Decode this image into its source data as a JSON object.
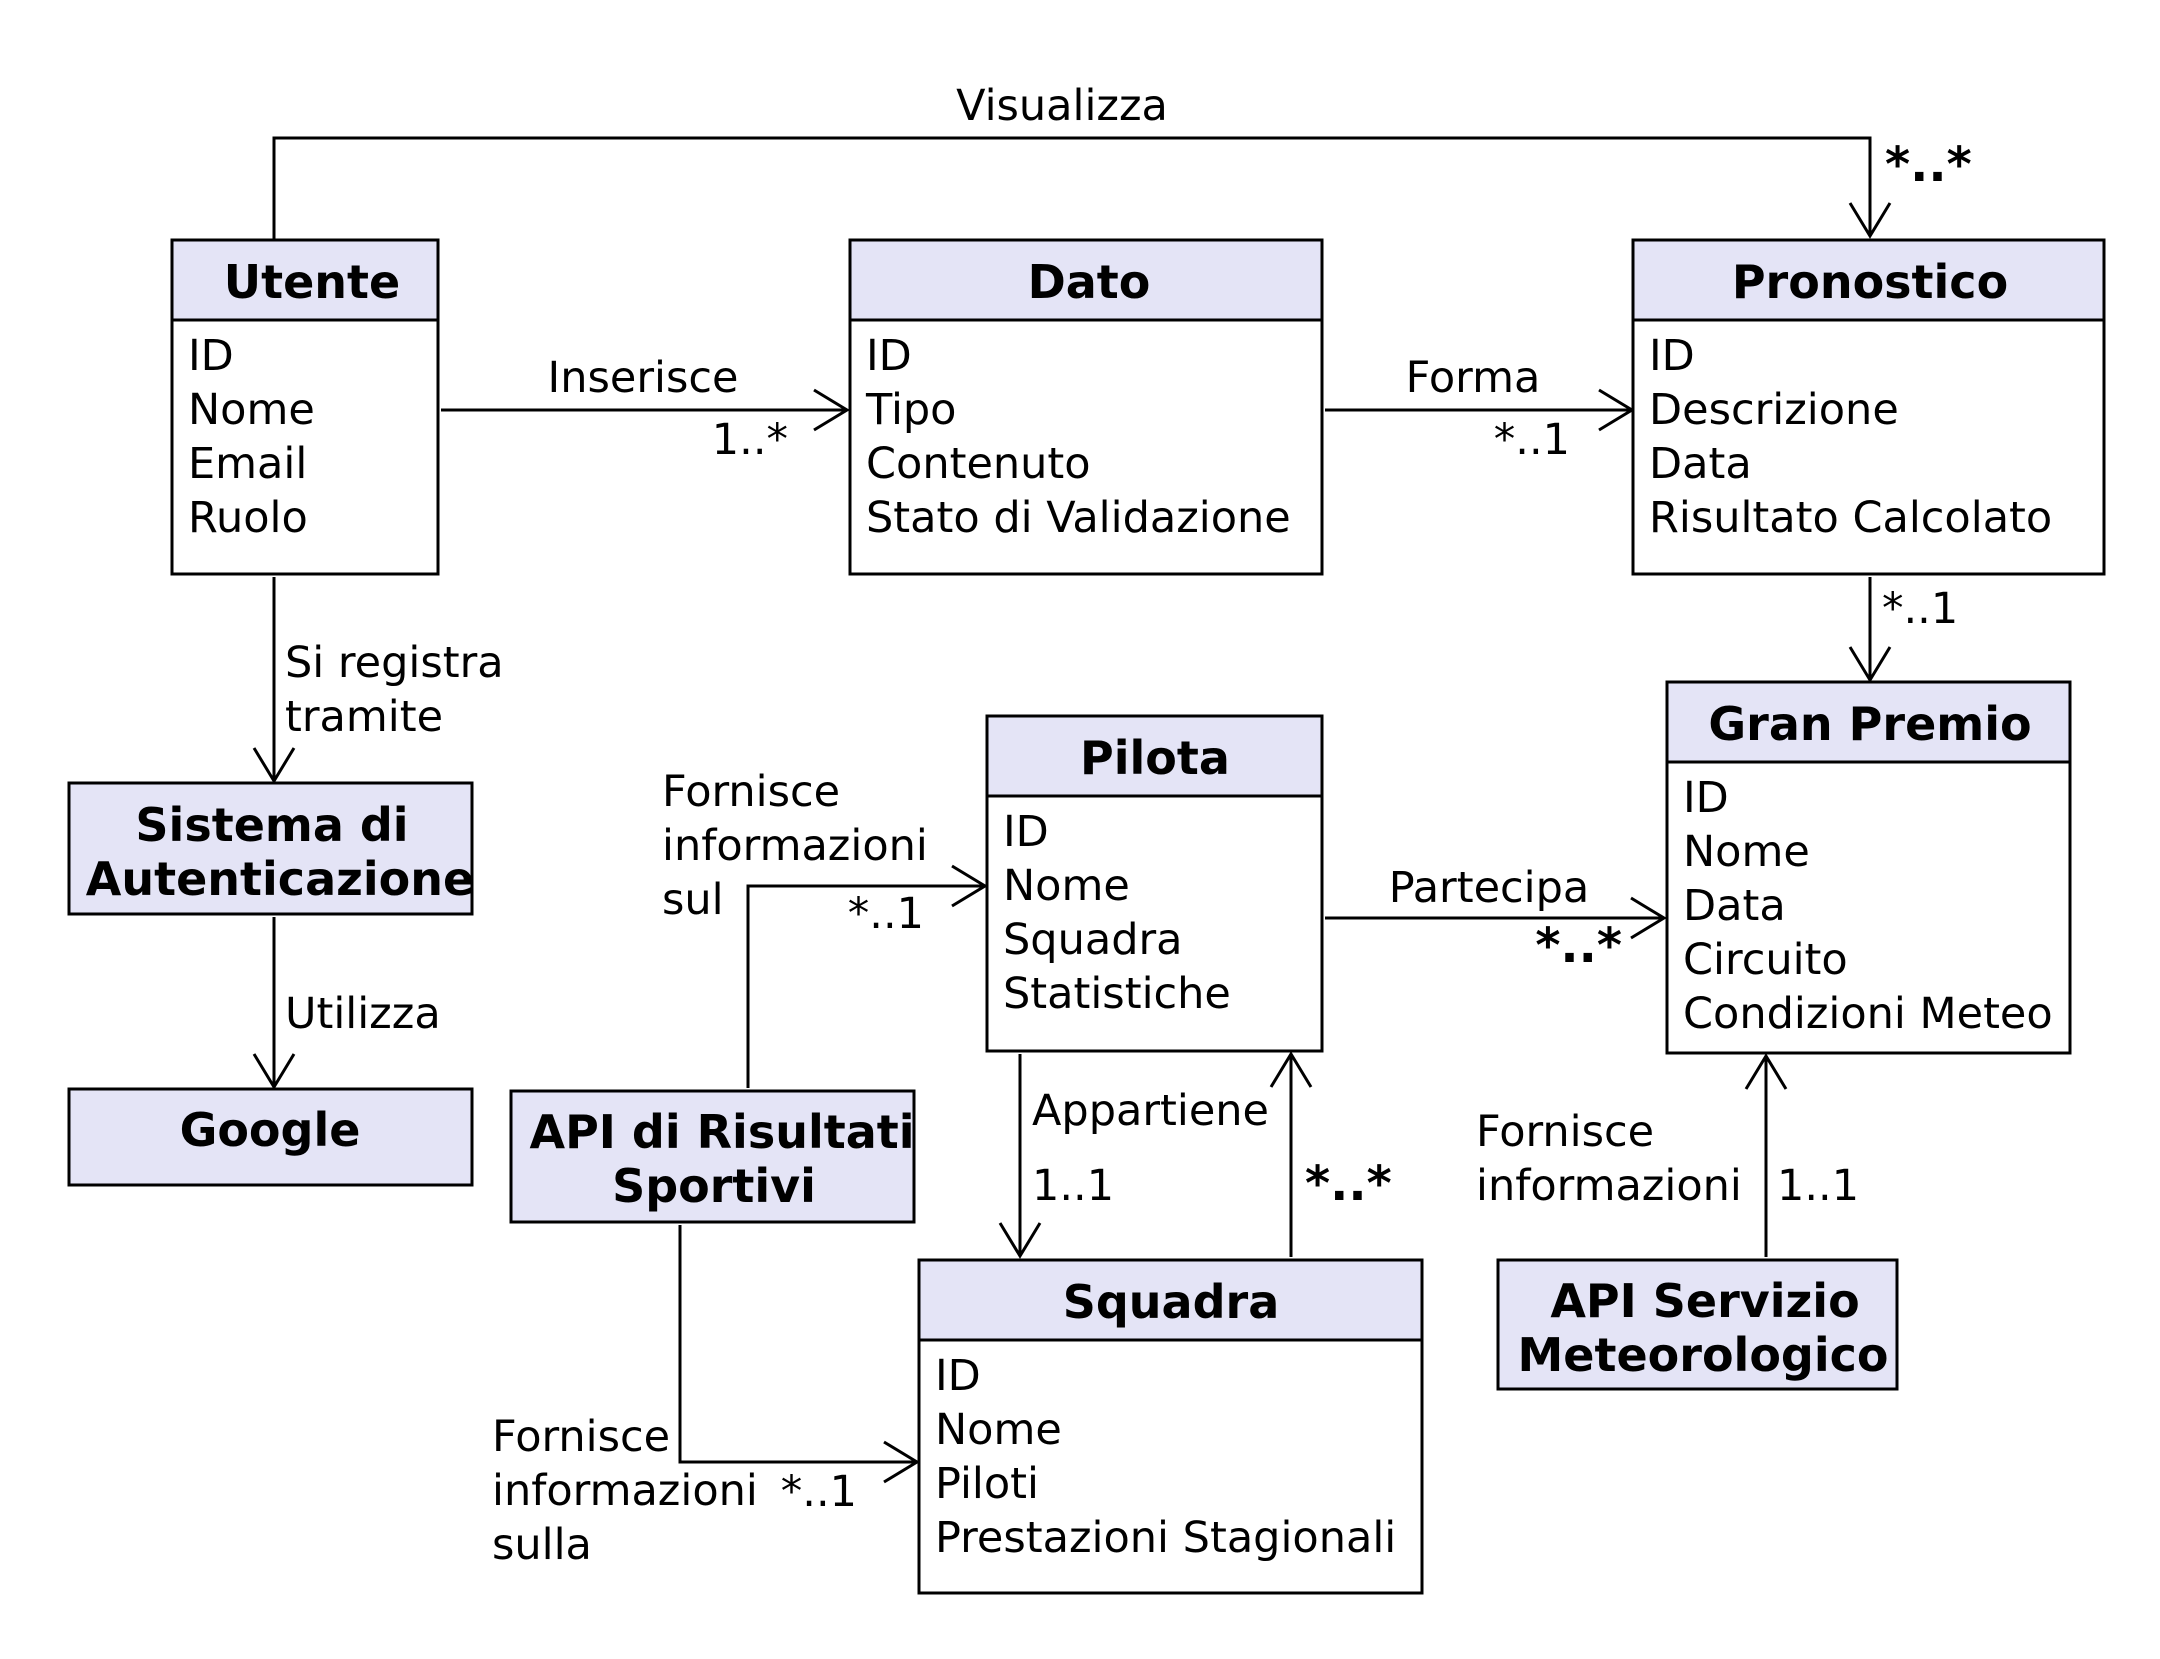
{
  "classes": {
    "utente": {
      "title": "Utente",
      "attributes": [
        "ID",
        "Nome",
        "Email",
        "Ruolo"
      ]
    },
    "dato": {
      "title": "Dato",
      "attributes": [
        "ID",
        "Tipo",
        "Contenuto",
        "Stato di Validazione"
      ]
    },
    "pronostico": {
      "title": "Pronostico",
      "attributes": [
        "ID",
        "Descrizione",
        "Data",
        "Risultato Calcolato"
      ]
    },
    "gran_premio": {
      "title": "Gran Premio",
      "attributes": [
        "ID",
        "Nome",
        "Data",
        "Circuito",
        "Condizioni Meteo"
      ]
    },
    "pilota": {
      "title": "Pilota",
      "attributes": [
        "ID",
        "Nome",
        "Squadra",
        "Statistiche"
      ]
    },
    "squadra": {
      "title": "Squadra",
      "attributes": [
        "ID",
        "Nome",
        "Piloti",
        "Prestazioni Stagionali"
      ]
    },
    "sistema_autenticazione": {
      "title_lines": [
        "Sistema di",
        "Autenticazione"
      ]
    },
    "google": {
      "title": "Google"
    },
    "api_risultati": {
      "title_lines": [
        "API di Risultati",
        "Sportivi"
      ]
    },
    "api_meteo": {
      "title_lines": [
        "API Servizio",
        "Meteorologico"
      ]
    }
  },
  "relations": {
    "visualizza": {
      "label": "Visualizza",
      "mult": "*..*"
    },
    "inserisce": {
      "label": "Inserisce",
      "mult": "1..*"
    },
    "forma": {
      "label": "Forma",
      "mult": "*..1"
    },
    "pronostico_granpremio": {
      "mult": "*..1"
    },
    "si_registra": {
      "label_lines": [
        "Si registra",
        "tramite"
      ]
    },
    "utilizza": {
      "label": "Utilizza"
    },
    "fornisce_pilota": {
      "label_lines": [
        "Fornisce",
        "informazioni",
        "sul"
      ],
      "mult": "*..1"
    },
    "partecipa": {
      "label": "Partecipa",
      "mult": "*..*"
    },
    "appartiene": {
      "label": "Appartiene",
      "mult": "1..1"
    },
    "squadra_pilota": {
      "mult": "*..*"
    },
    "fornisce_squadra": {
      "label_lines": [
        "Fornisce",
        "informazioni",
        "sulla"
      ],
      "mult": "*..1"
    },
    "fornisce_meteo": {
      "label_lines": [
        "Fornisce",
        "informazioni"
      ],
      "mult": "1..1"
    }
  }
}
